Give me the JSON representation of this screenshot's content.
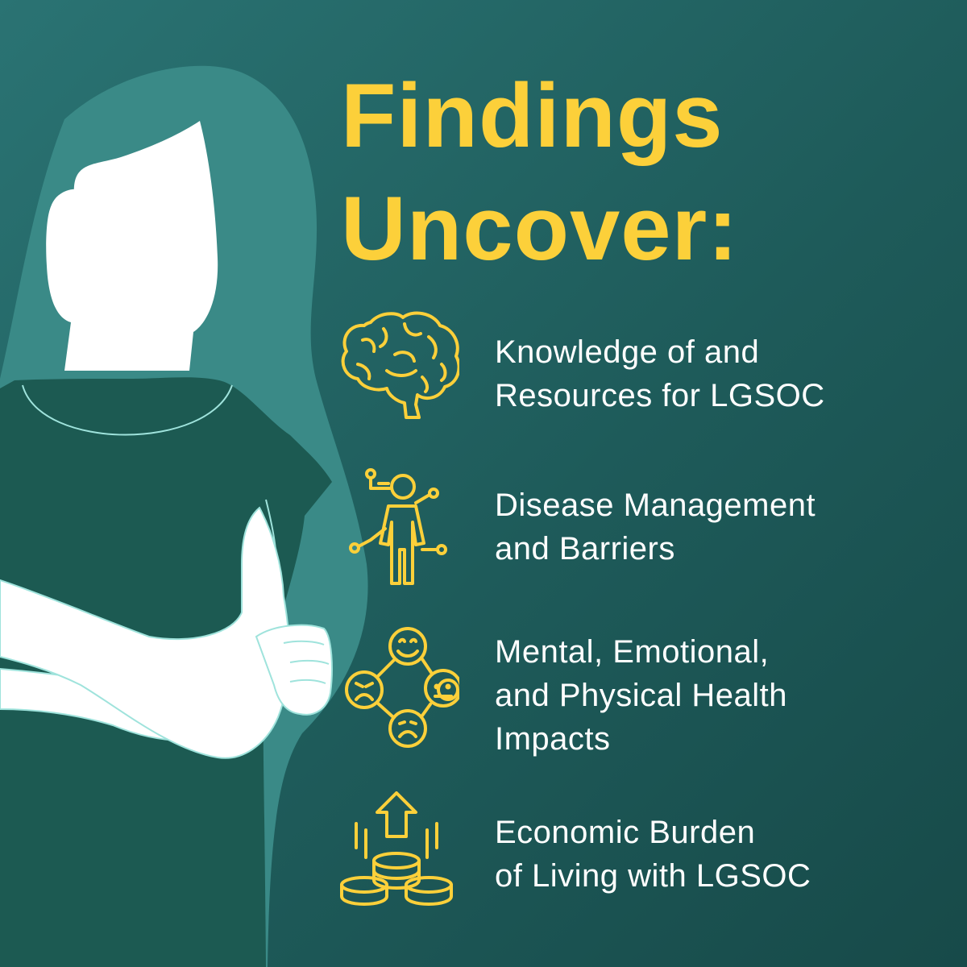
{
  "title": {
    "line1": "Findings",
    "line2": "Uncover:"
  },
  "findings": [
    {
      "icon": "brain-icon",
      "label": "Knowledge of and\nResources for LGSOC"
    },
    {
      "icon": "person-network-icon",
      "label": "Disease Management\nand Barriers"
    },
    {
      "icon": "emotions-cycle-icon",
      "label": "Mental, Emotional,\nand Physical Health\nImpacts"
    },
    {
      "icon": "coins-arrow-up-icon",
      "label": "Economic Burden\nof Living with LGSOC"
    }
  ],
  "colors": {
    "background_light": "#2a7373",
    "background_dark": "#174a49",
    "accent_yellow": "#fcd03a",
    "hair": "#3a8a87",
    "shirt": "#1c5a52",
    "skin": "#ffffff",
    "outline": "#9fe3dc"
  }
}
